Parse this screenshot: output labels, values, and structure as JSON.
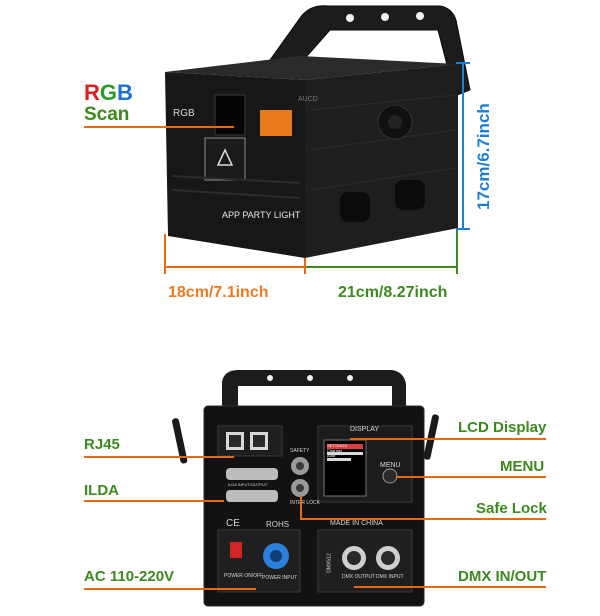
{
  "top": {
    "rgb": {
      "r": "R",
      "g": "G",
      "b": "B",
      "scan": "Scan"
    },
    "panel_rgb": "RGB",
    "panel_name": "APP PARTY LIGHT",
    "brand": "AUCD",
    "depth": "18cm/7.1inch",
    "width": "21cm/8.27inch",
    "height": "17cm/6.7inch"
  },
  "bottom": {
    "labels": {
      "rj45": "RJ45",
      "ilda": "ILDA",
      "ac": "AC 110-220V",
      "lcd": "LCD Display",
      "menu": "MENU",
      "safe_lock": "Safe Lock",
      "dmx": "DMX IN/OUT"
    },
    "panel_text": {
      "display": "DISPLAY",
      "menu": "MENU",
      "safety": "SAFETY",
      "inter_lock": "INTER LOCK",
      "made_in_china": "MADE IN CHINA",
      "rohs": "ROHS",
      "ce": "CE",
      "dmx512": "DMX512",
      "power_onoff": "POWER ON/OFF",
      "power_input": "POWER INPUT",
      "dmx_output": "DMX OUTPUT",
      "dmx_input": "DMX INPUT",
      "ilda_io": "ILDA INPUT/OUTPUT"
    },
    "lcd_lines": [
      "SETTINGS",
      "Channel",
      "Addr"
    ]
  },
  "colors": {
    "orange": "#e56b12",
    "green": "#3c8a1e",
    "blue": "#1e7fd8",
    "red": "#e02020"
  }
}
